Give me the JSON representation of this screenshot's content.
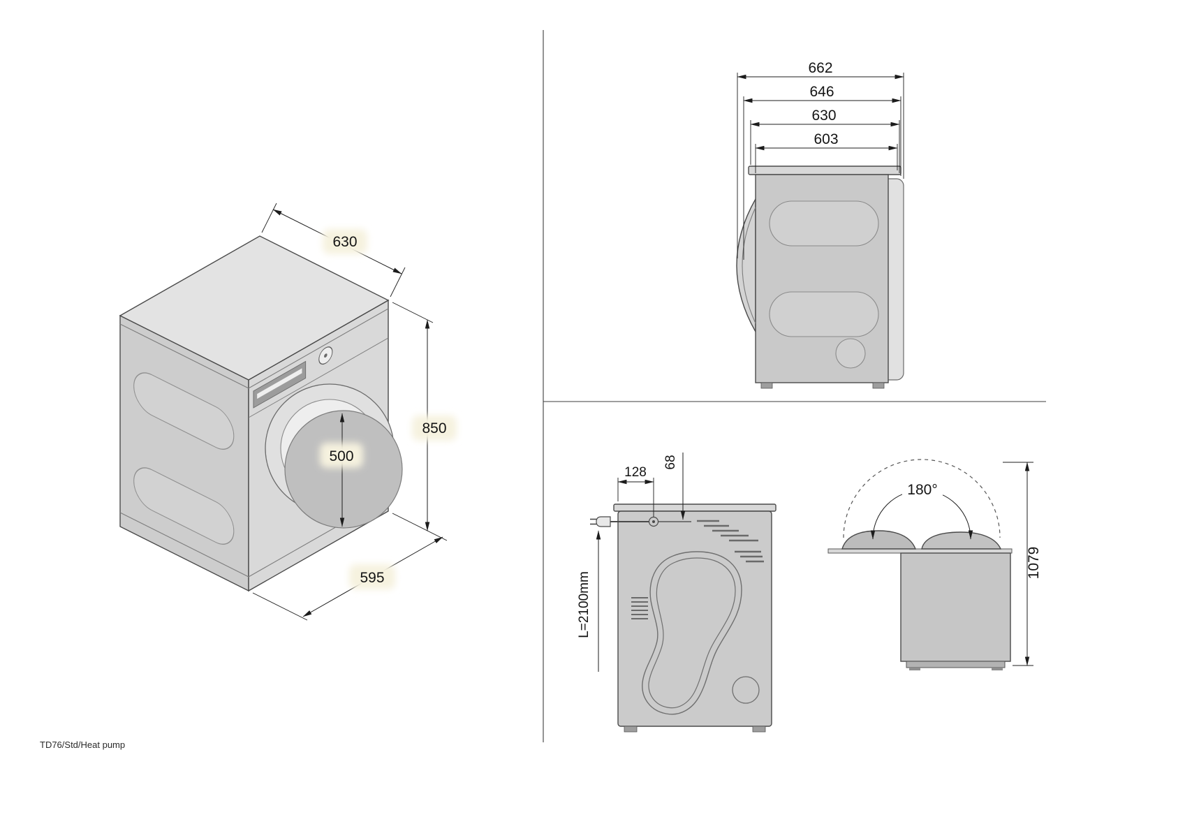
{
  "footer": {
    "model_label": "TD76/Std/Heat pump"
  },
  "colors": {
    "background": "#ffffff",
    "dimension_line": "#1c1c1c",
    "machine_outline": "#4a4a4a",
    "machine_fill_light": "#e3e3e3",
    "machine_fill_mid": "#cdcdcd",
    "machine_fill_dark": "#bfbfbf",
    "label_halo": "#f6f2df"
  },
  "isometric_view": {
    "depth_mm": "630",
    "height_mm": "850",
    "drum_opening_mm": "500",
    "width_mm": "595"
  },
  "side_view": {
    "depth_dims_mm": [
      "662",
      "646",
      "630",
      "603"
    ]
  },
  "rear_view": {
    "cord_offset_x_mm": "128",
    "cord_offset_y_mm": "68",
    "cord_length_label": "L=2100mm"
  },
  "door_swing_view": {
    "swing_angle_label": "180°",
    "clearance_height_mm": "1079"
  }
}
